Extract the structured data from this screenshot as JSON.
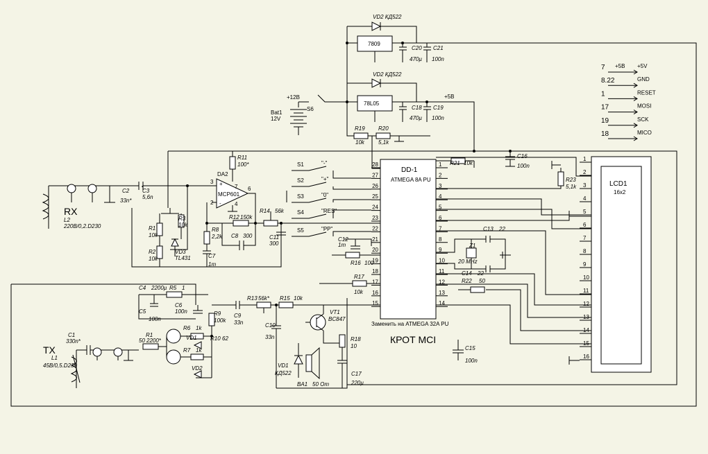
{
  "mcu": {
    "ref": "DD-1",
    "part": "ATMEGA 8A PU",
    "replace_note": "Заменить на ATMEGA 32A PU",
    "left_pins": [
      "28",
      "27",
      "26",
      "25",
      "24",
      "23",
      "22",
      "21",
      "20",
      "19",
      "18",
      "17",
      "16",
      "15"
    ],
    "right_pins": [
      "1",
      "2",
      "3",
      "4",
      "5",
      "6",
      "7",
      "8",
      "9",
      "10",
      "11",
      "12",
      "13",
      "14"
    ]
  },
  "lcd": {
    "ref": "LCD1",
    "size": "16x2",
    "pins": [
      "1",
      "2",
      "3",
      "4",
      "5",
      "6",
      "7",
      "8",
      "9",
      "10",
      "11",
      "12",
      "13",
      "14",
      "15",
      "16"
    ]
  },
  "title": "КРОТ MCI",
  "isp_header": [
    {
      "num": "7",
      "net": "+5B",
      "signal": "+5V"
    },
    {
      "num": "8.22",
      "net": "",
      "signal": "GND"
    },
    {
      "num": "1",
      "net": "",
      "signal": "RESET"
    },
    {
      "num": "17",
      "net": "",
      "signal": "MOSI"
    },
    {
      "num": "19",
      "net": "",
      "signal": "SCK"
    },
    {
      "num": "18",
      "net": "",
      "signal": "MICO"
    }
  ],
  "power": {
    "vr1": "7809",
    "vr2": "78L05",
    "vd2a": "VD2 КД522",
    "vd2b": "VD2 КД522",
    "c20": "C20",
    "c20v": "470µ",
    "c21": "C21",
    "c21v": "100n",
    "c18": "C18",
    "c18v": "470µ",
    "c19": "C19",
    "c19v": "100n",
    "plus12": "+12B",
    "plus5": "+5B",
    "bat": "Bat1",
    "batv": "12V",
    "s6": "S6",
    "r19": "R19",
    "r19v": "10k",
    "r20": "R20",
    "r20v": "5,1k",
    "c16": "C16",
    "c16v": "100n",
    "r21": "R21",
    "r21v": "10k",
    "r23": "R23",
    "r23v": "5,1k"
  },
  "rx": {
    "label": "RX",
    "coil": "L2",
    "coilv": "220В/0,2.D230",
    "c2": "C2",
    "c2v": "33n*",
    "c3": "C3",
    "c3v": "5,6n",
    "da": "DA2",
    "opamp": "MCP601",
    "r11": "R11",
    "r11v": "100*",
    "r1": "R1",
    "r1v": "10k",
    "r2": "R2",
    "r2v": "10k",
    "r3": "R3",
    "r3v": "10k",
    "vd3": "VD3",
    "vd3v": "TL431",
    "r8": "R8",
    "r8v": "2,2k",
    "c7": "C7",
    "c7v": "1m",
    "c8": "C8",
    "c8v": "300",
    "r12": "R12",
    "r12v": "150k",
    "r14": "R14",
    "r14v": "56k",
    "c11": "C11",
    "c11v": "300",
    "pin_plus": "3",
    "pin_minus": "2",
    "pin_out": "6",
    "pin_v": "7",
    "pin_g": "4",
    "plus": "+",
    "minus": "-"
  },
  "switches": [
    {
      "ref": "S1",
      "label": "\"-\""
    },
    {
      "ref": "S2",
      "label": "\"+\""
    },
    {
      "ref": "S3",
      "label": "\"0\""
    },
    {
      "ref": "S4",
      "label": "\"RES\""
    },
    {
      "ref": "S5",
      "label": "\"PP\""
    }
  ],
  "misc": {
    "c12": "C12",
    "c12v": "1m",
    "r16": "R16",
    "r16v": "100",
    "r17": "R17",
    "r17v": "10k",
    "z1": "Z1",
    "z1v": "20 MHz",
    "c13": "C13",
    "c13v": "22",
    "c14": "C14",
    "c14v": "22",
    "r22": "R22",
    "r22v": "50",
    "c15": "C15",
    "c15v": "100n"
  },
  "tx": {
    "label": "TX",
    "coil": "L1",
    "coilv": "45В/0,5.D230",
    "c1": "C1",
    "c1v": "330n*",
    "r1": "R1",
    "r1v": "50",
    "r1c": "2200*",
    "c4": "C4",
    "c4v": "2200µ",
    "r5": "R5",
    "r5v": "1",
    "c5": "C5",
    "c5v": "100n",
    "c6": "C6",
    "c6v": "100n",
    "r6": "R6",
    "r6v": "1k",
    "vt1": "VT1",
    "r7": "R7",
    "r7v": "1k",
    "vd1": "VD1",
    "vd2": "VD2",
    "r9": "R9",
    "r9v": "100k",
    "r10": "R10",
    "r10v": "62",
    "c9": "C9",
    "c9v": "33n",
    "r13": "R13",
    "r13v": "56k*",
    "r15": "R15",
    "r15v": "10k",
    "c10": "C10",
    "c10v": "33n",
    "vt": "VT1",
    "vtv": "BC847",
    "r18": "R18",
    "r18v": "10",
    "vd": "VD1",
    "vdv": "КД522",
    "ba": "BA1",
    "bav": "50 Om",
    "c17": "C17",
    "c17v": "220µ"
  }
}
